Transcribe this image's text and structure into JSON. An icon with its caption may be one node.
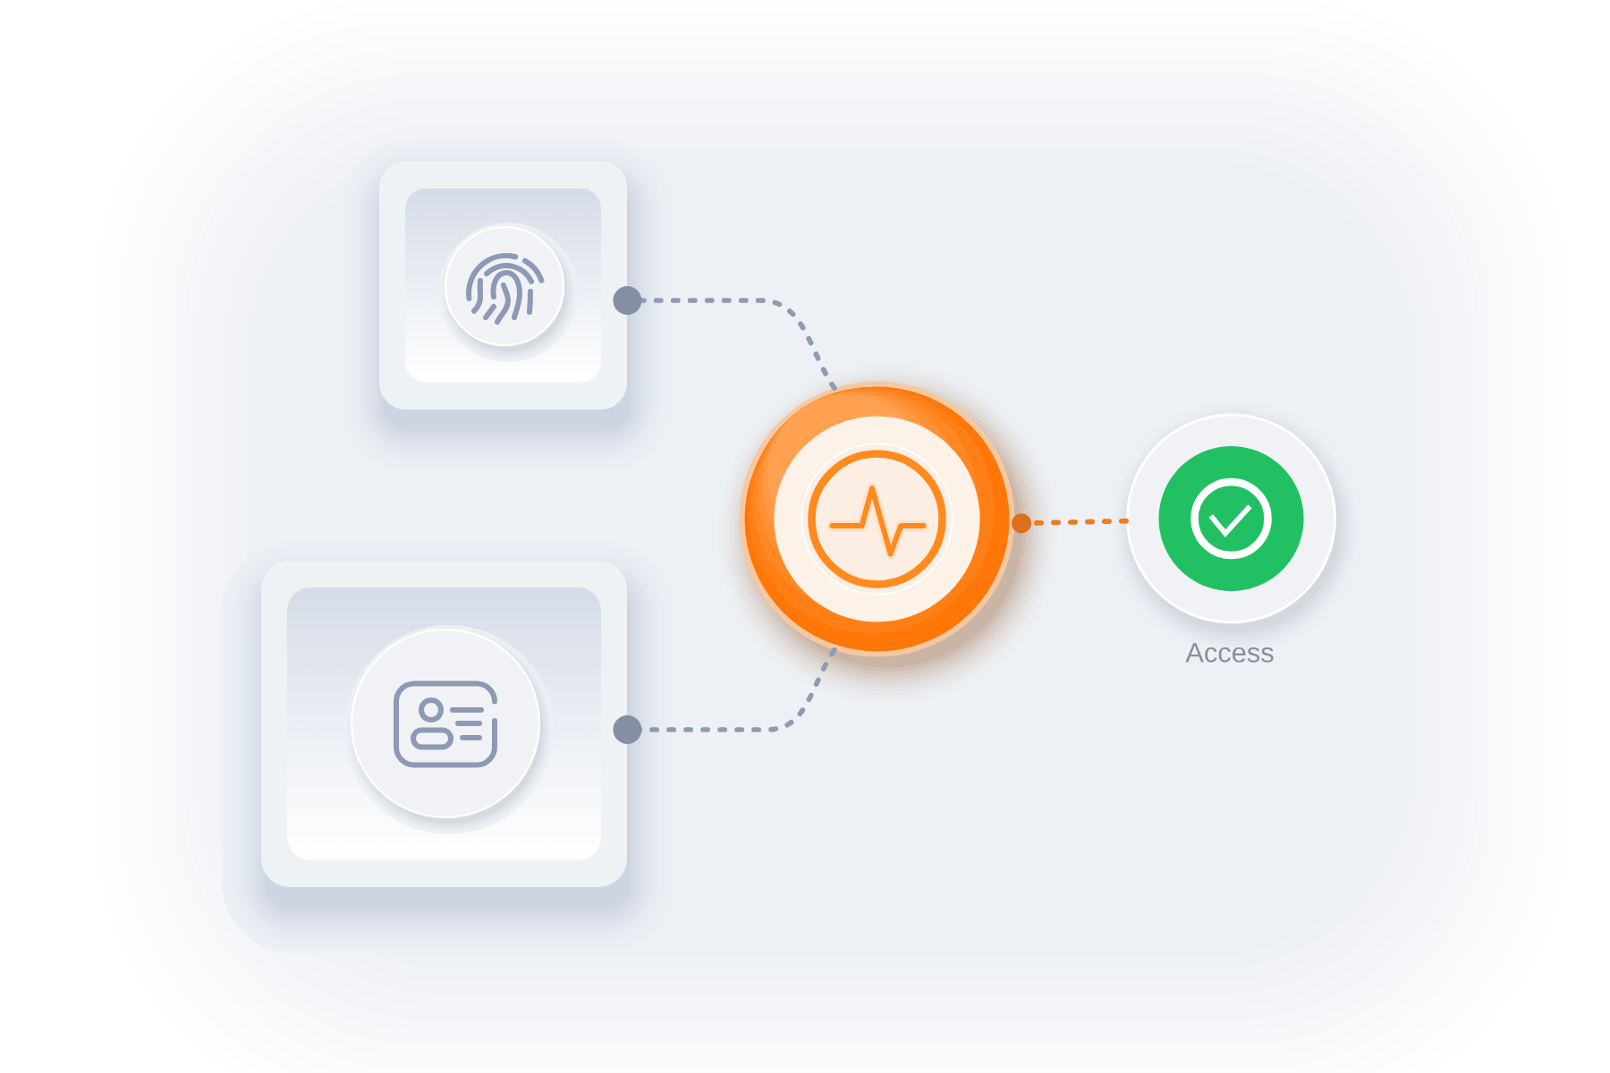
{
  "diagram": {
    "nodes": [
      {
        "text": [],
        "shape": "box"
      },
      {
        "text": [],
        "shape": "box"
      },
      {
        "text": [],
        "shape": "circle"
      },
      {
        "text": [],
        "shape": "circle",
        "beside": [
          "Access"
        ]
      }
    ],
    "edges": [
      {
        "from": 0,
        "to": 2,
        "arrow": "other",
        "style": "dashed"
      },
      {
        "from": 1,
        "to": 2,
        "arrow": "other",
        "style": "dashed"
      },
      {
        "from": 2,
        "to": 3,
        "arrow": "other",
        "style": "dashed",
        "color": "#f07a1c"
      }
    ]
  }
}
